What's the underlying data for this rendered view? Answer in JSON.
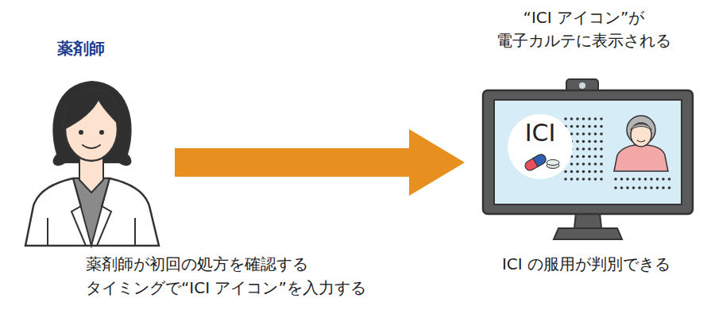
{
  "diagram": {
    "nodes": [
      {
        "text": [
          "薬剤師"
        ]
      },
      {
        "text": [
          "“ICI アイコン”が 電子カルテに表示される"
        ]
      },
      {
        "text": [
          "ICI"
        ],
        "in": 1
      }
    ],
    "edges": [
      {
        "from": 0,
        "to": 1,
        "arrow": "to"
      }
    ],
    "labels": [
      "薬剤師が初回の処方を確認する タイミングで“ICI アイコン”を入力する",
      "ICI の服用が判別できる"
    ]
  }
}
